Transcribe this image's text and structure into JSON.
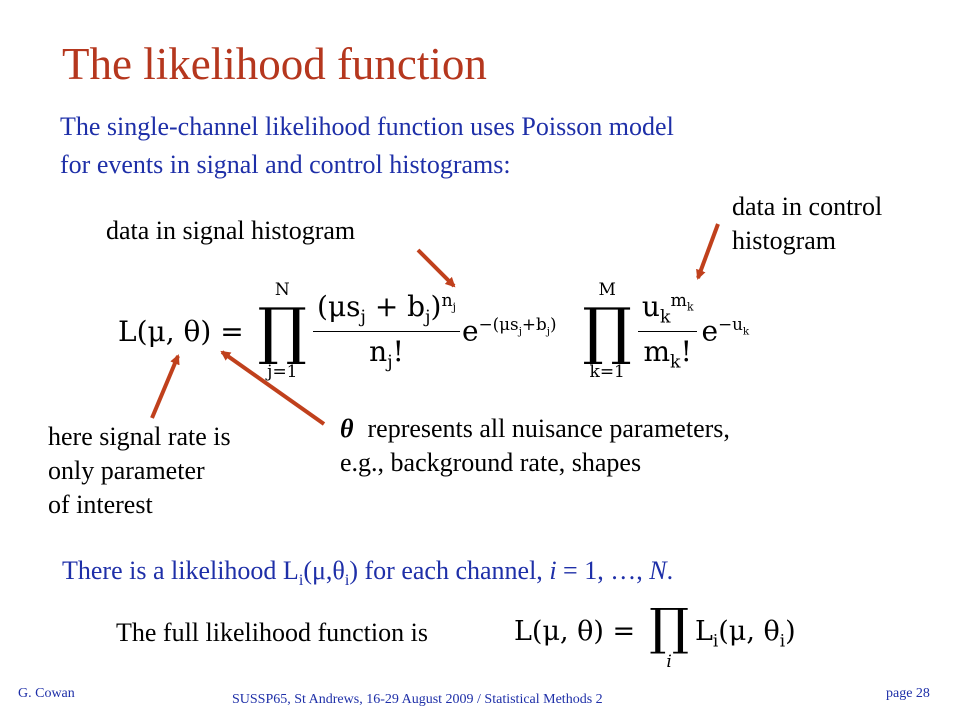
{
  "title": "The likelihood function",
  "intro": {
    "line1": "The single-channel likelihood function uses Poisson model",
    "line2": "for events in signal and control histograms:"
  },
  "labels": {
    "signal": "data in signal histogram",
    "control_line1": "data in control",
    "control_line2": "histogram",
    "poi_line1": "here signal rate is",
    "poi_line2": "only parameter",
    "poi_line3": "of interest",
    "theta_symbol": "θ",
    "nuisance_line1": "represents all nuisance parameters,",
    "nuisance_line2": "e.g., background rate, shapes"
  },
  "equation": {
    "lhs": "L(μ, θ) =",
    "prod1_upper": "N",
    "prod1_lower": "j=1",
    "prod_symbol": "∏",
    "frac1_num": "(μs",
    "frac1_num_sub1": "j",
    "frac1_num_mid": " + b",
    "frac1_num_sub2": "j",
    "frac1_num_close": ")",
    "frac1_num_sup": "n",
    "frac1_num_sup_sub": "j",
    "frac1_den": "n",
    "frac1_den_sub": "j",
    "frac1_den_close": "!",
    "exp1": "e",
    "exp1_sup": "−(μs",
    "exp1_sup_sub1": "j",
    "exp1_sup_mid": "+b",
    "exp1_sup_sub2": "j",
    "exp1_sup_close": ")",
    "prod2_upper": "M",
    "prod2_lower": "k=1",
    "frac2_num": "u",
    "frac2_num_sub": "k",
    "frac2_num_sup": "m",
    "frac2_num_sup_sub": "k",
    "frac2_den": "m",
    "frac2_den_sub": "k",
    "frac2_den_close": "!",
    "exp2": "e",
    "exp2_sup": "−u",
    "exp2_sup_sub": "k"
  },
  "channel": {
    "prefix": "There is a likelihood L",
    "sub": "i",
    "open": "(μ,θ",
    "sub2": "i",
    "suffix": ") for each channel, ",
    "ivar": "i",
    "eq": " = 1, …, ",
    "nvar": "N",
    "end": "."
  },
  "full": {
    "text": "The full likelihood function is",
    "lhs": "L(μ, θ) =",
    "prod": "∏",
    "prod_lower": "i",
    "rhs": "L",
    "rhs_sub": "i",
    "rhs_args": "(μ, θ",
    "rhs_args_sub": "i",
    "rhs_close": ")"
  },
  "footer": {
    "author": "G. Cowan",
    "event": "SUSSP65, St Andrews, 16-29 August 2009 / Statistical Methods 2",
    "page": "page 28"
  },
  "colors": {
    "title": "#b5371e",
    "text_blue": "#1e2fa8",
    "arrow": "#c0401c"
  }
}
